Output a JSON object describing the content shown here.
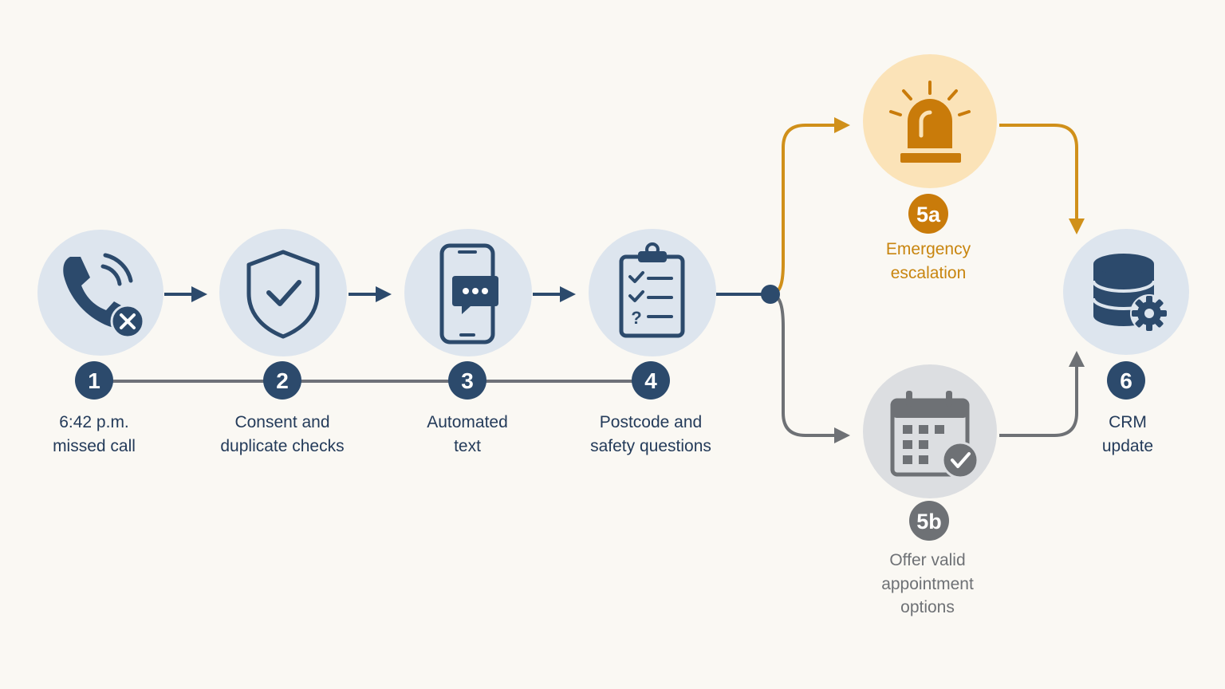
{
  "colors": {
    "background": "#faf8f3",
    "navy": "#2c4a6c",
    "navy_text": "#243b5a",
    "circle_blue": "#dde5ee",
    "orange": "#d0901a",
    "orange_circle": "#fbe3b8",
    "orange_icon": "#c97b0a",
    "grey": "#6e7175",
    "grey_circle": "#dcdee1"
  },
  "steps": [
    {
      "badge": "1",
      "icon": "missed-call-phone-icon",
      "label_lines": [
        "6:42 p.m.",
        "missed call"
      ]
    },
    {
      "badge": "2",
      "icon": "shield-check-icon",
      "label_lines": [
        "Consent and",
        "duplicate checks"
      ]
    },
    {
      "badge": "3",
      "icon": "smartphone-message-icon",
      "label_lines": [
        "Automated",
        "text"
      ]
    },
    {
      "badge": "4",
      "icon": "clipboard-checklist-icon",
      "label_lines": [
        "Postcode and",
        "safety questions"
      ]
    },
    {
      "badge": "5a",
      "icon": "emergency-beacon-icon",
      "label_lines": [
        "Emergency",
        "escalation"
      ]
    },
    {
      "badge": "5b",
      "icon": "calendar-check-icon",
      "label_lines": [
        "Offer valid",
        "appointment",
        "options"
      ]
    },
    {
      "badge": "6",
      "icon": "database-gear-icon",
      "label_lines": [
        "CRM",
        "update"
      ]
    }
  ]
}
